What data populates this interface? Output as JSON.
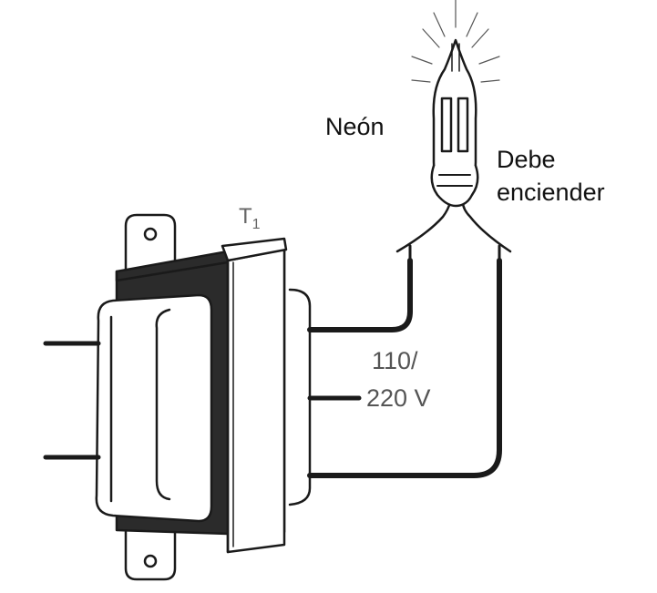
{
  "diagram": {
    "transformer_label": "T",
    "transformer_subscript": "1",
    "neon_label": "Neón",
    "lamp_note_line1": "Debe",
    "lamp_note_line2": "enciender",
    "voltage_line1": "110/",
    "voltage_line2": "220 V"
  },
  "colors": {
    "background": "#ffffff",
    "ink": "#1a1a1a",
    "core_fill": "#2b2b2b"
  },
  "icons": {
    "transformer": "transformer-icon",
    "lamp": "neon-lamp-icon"
  }
}
